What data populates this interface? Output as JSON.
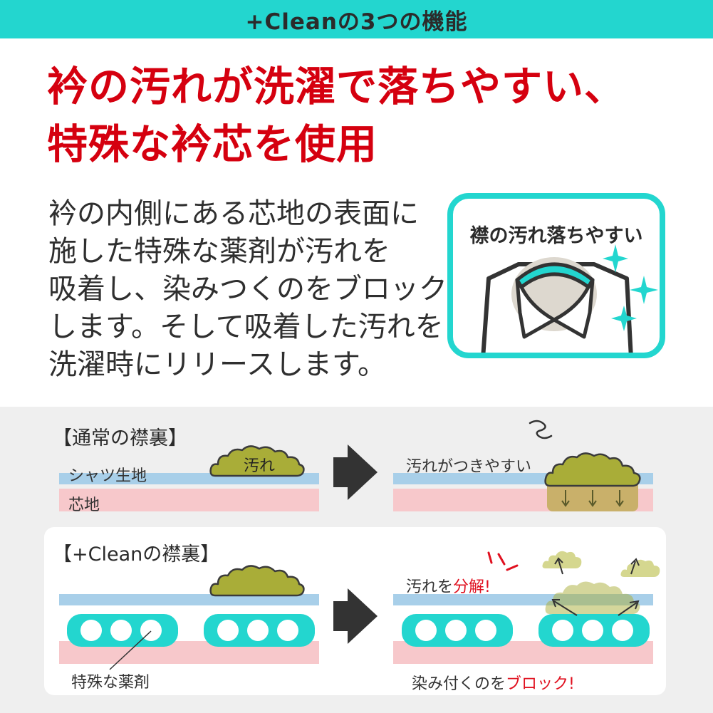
{
  "header": {
    "title": "+Cleanの3つの機能"
  },
  "headline": {
    "line1": "衿の汚れが洗濯で落ちやすい、",
    "line2": "特殊な衿芯を使用"
  },
  "description": {
    "lines": [
      "衿の内側にある芯地の表面に",
      "施した特殊な薬剤が汚れを",
      "吸着し、染みつくのをブロック",
      "します。そして吸着した汚れを",
      "洗濯時にリリースします。"
    ]
  },
  "illustration": {
    "title": "襟の汚れ落ちやすい"
  },
  "normal": {
    "title": "【通常の襟裏】",
    "dirt_label": "汚れ",
    "shirt_label": "シャツ生地",
    "core_label": "芯地",
    "result_label": "汚れがつきやすい"
  },
  "clean": {
    "title": "【+Cleanの襟裏】",
    "agent_label": "特殊な薬剤",
    "decompose_prefix": "汚れを",
    "decompose_emph": "分解!",
    "block_prefix": "染み付くのを",
    "block_emph": "ブロック!"
  },
  "colors": {
    "teal": "#23d6cf",
    "red": "#d5000f",
    "dirt": "#a9ad38",
    "shirt_blue": "#a8cfe9",
    "core_pink": "#f7c8cb"
  }
}
